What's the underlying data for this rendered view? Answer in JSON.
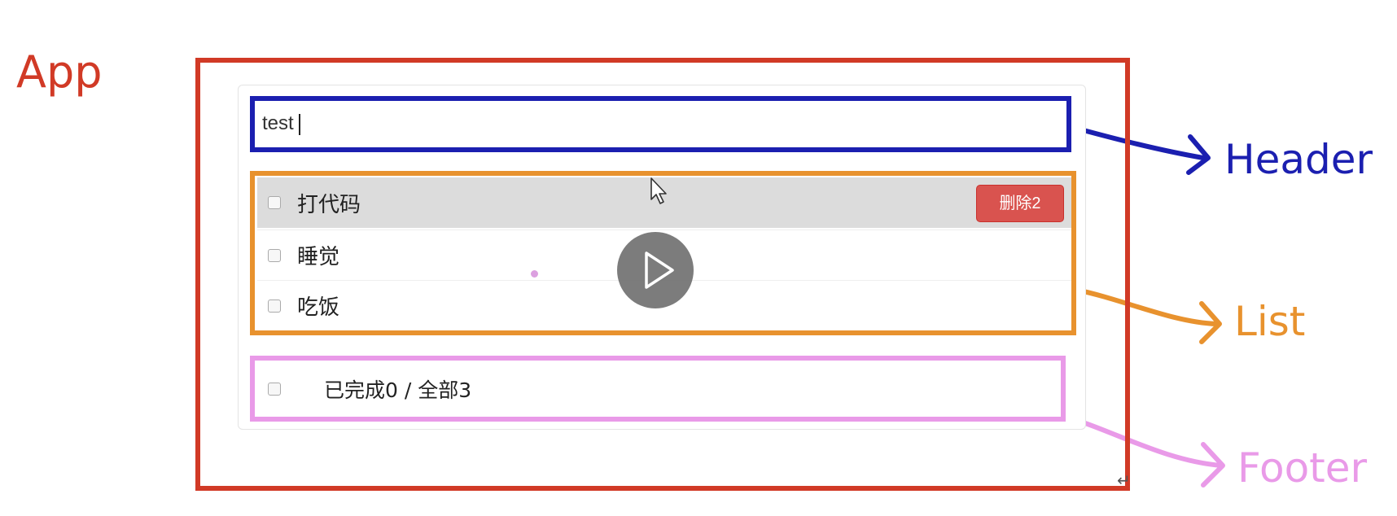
{
  "labels": {
    "app": "App",
    "header": "Header",
    "list": "List",
    "footer": "Footer"
  },
  "colors": {
    "app": "#d13a26",
    "header": "#1b1fb0",
    "list": "#e8922e",
    "footer": "#e99ae8",
    "delete_button": "#d9534f"
  },
  "header": {
    "input_value": "test"
  },
  "list": {
    "items": [
      {
        "text": "打代码",
        "checked": false,
        "hovered": true
      },
      {
        "text": "睡觉",
        "checked": false,
        "hovered": false
      },
      {
        "text": "吃饭",
        "checked": false,
        "hovered": false
      }
    ],
    "delete_label": "删除2"
  },
  "footer": {
    "status": "已完成0 / 全部3",
    "select_all_checked": false
  },
  "overlay": {
    "play_icon": "play-icon",
    "cursor_icon": "mouse-pointer-icon",
    "return_mark": "↵"
  }
}
